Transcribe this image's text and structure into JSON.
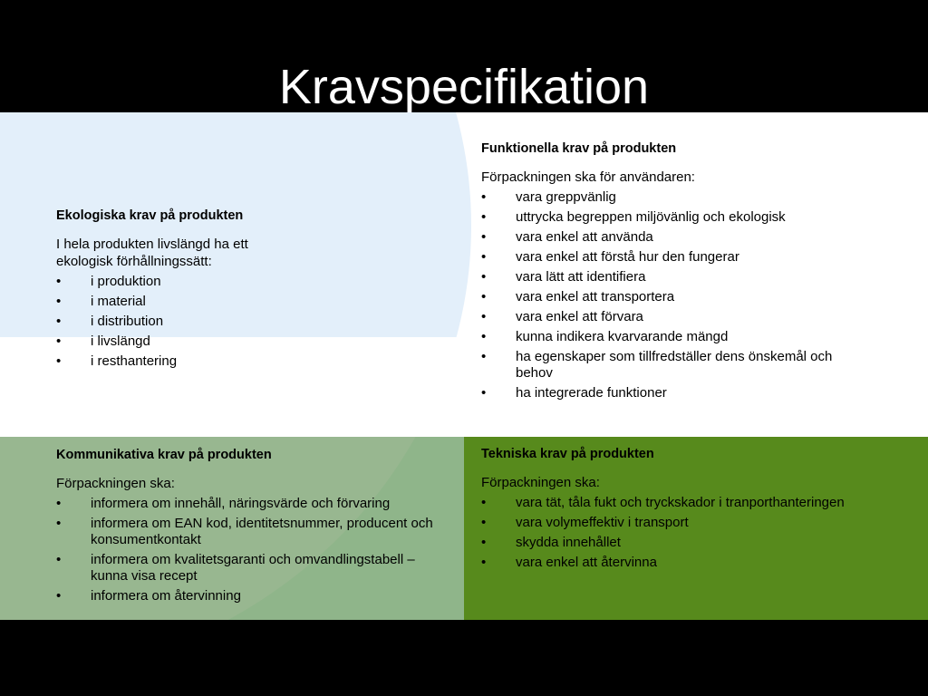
{
  "slide": {
    "title": "Kravspecifikation"
  },
  "ekologiska": {
    "heading": "Ekologiska krav på produkten",
    "intro": "I hela produkten livslängd ha ett ekologisk förhållningssätt:",
    "items": [
      "i produktion",
      "i material",
      "i distribution",
      "i livslängd",
      "i resthantering"
    ]
  },
  "funktionella": {
    "heading": "Funktionella krav på produkten",
    "intro": "Förpackningen ska för användaren:",
    "items": [
      "vara greppvänlig",
      "uttrycka begreppen miljövänlig och ekologisk",
      "vara enkel att använda",
      "vara enkel att förstå hur den fungerar",
      "vara lätt att identifiera",
      "vara enkel att transportera",
      "vara enkel att förvara",
      "kunna indikera kvarvarande mängd",
      "ha egenskaper som tillfredställer dens önskemål och behov",
      "ha integrerade funktioner"
    ]
  },
  "kommunikativa": {
    "heading": "Kommunikativa krav på produkten",
    "intro": "Förpackningen ska:",
    "items": [
      "informera om innehåll, näringsvärde och förvaring",
      "informera om EAN kod, identitetsnummer, producent och konsumentkontakt",
      "informera om kvalitetsgaranti och omvandlingstabell – kunna visa recept",
      "informera om återvinning"
    ]
  },
  "tekniska": {
    "heading": "Tekniska krav på produkten",
    "intro": "Förpackningen ska:",
    "items": [
      "vara tät, tåla fukt och tryckskador i tranporthanteringen",
      "vara volymeffektiv i transport",
      "skydda innehållet",
      "vara enkel att återvinna"
    ]
  },
  "bullet_glyph": "•",
  "colors": {
    "background": "#000000",
    "light_blue": "#e3effa",
    "light_green": "#8fb58a",
    "dark_green": "#578a1c"
  }
}
